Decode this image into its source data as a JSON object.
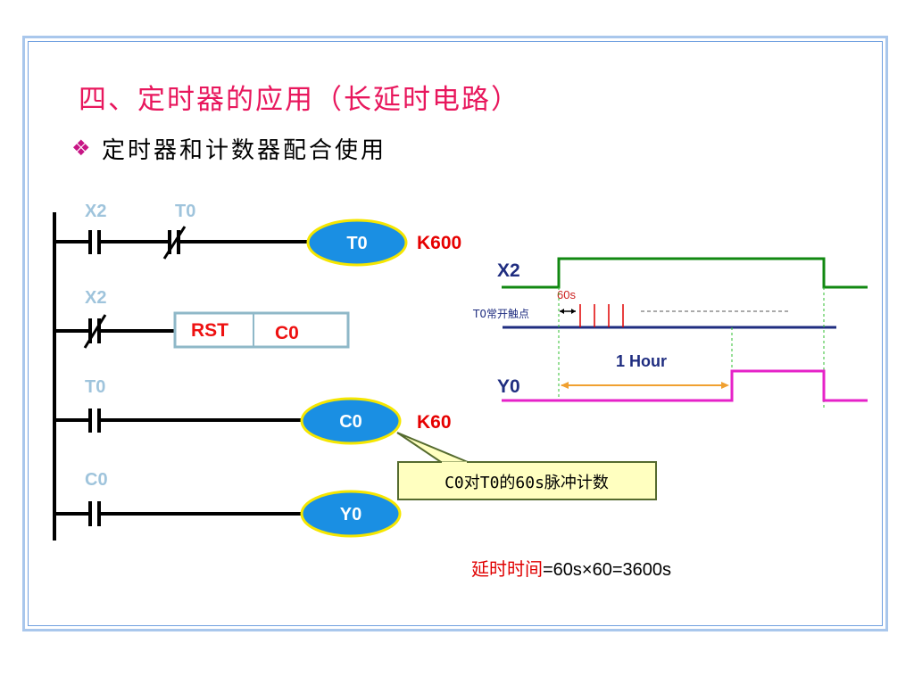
{
  "title": "四、定时器的应用（长延时电路）",
  "bullet": "❖",
  "subtitle": "定时器和计数器配合使用",
  "ladder": {
    "contacts": [
      "X2",
      "T0",
      "X2",
      "T0",
      "C0"
    ],
    "coils": [
      "T0",
      "C0",
      "Y0"
    ],
    "constants": [
      "K600",
      "K60"
    ],
    "rst": {
      "label": "RST",
      "target": "C0"
    },
    "callout": "C0对T0的60s脉冲计数"
  },
  "timing": {
    "signals": [
      "X2",
      "Y0"
    ],
    "pulse_label": "T0常开触点",
    "pulse_period": "60s",
    "duration": "1 Hour"
  },
  "formula": {
    "label": "延时时间",
    "expression": "=60s×60=3600s"
  },
  "colors": {
    "title": "#e8175d",
    "coil_fill": "#1a8fe3",
    "coil_border": "#f5e600",
    "x2_trace": "#118811",
    "y0_trace": "#e622c8",
    "time_arrow": "#f0a030"
  }
}
